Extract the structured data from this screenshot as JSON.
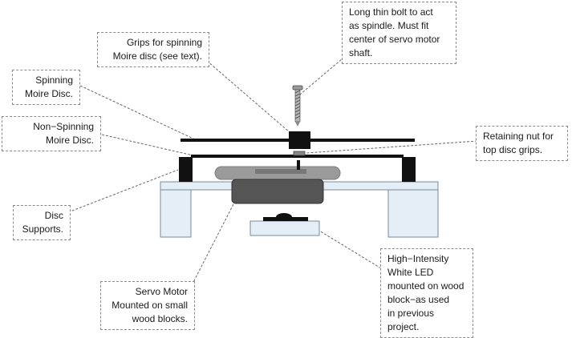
{
  "callouts": {
    "spindle": [
      "Long thin bolt to act",
      "as spindle. Must fit",
      "center of servo motor",
      "shaft."
    ],
    "grips": [
      "Grips for spinning",
      "Moire disc (see text)."
    ],
    "spinning": [
      "Spinning",
      "Moire Disc."
    ],
    "nonspinning": [
      "Non−Spinning",
      "Moire Disc."
    ],
    "nut": [
      "Retaining nut for",
      "top disc grips."
    ],
    "supports": [
      "Disc",
      "Supports."
    ],
    "servo": [
      "Servo Motor",
      "Mounted on small",
      "wood blocks."
    ],
    "led": [
      "High−Intensity",
      "White LED",
      "mounted on wood",
      "block−as used",
      "in previous",
      "project."
    ]
  },
  "colors": {
    "support_fill": "#e4eef7",
    "support_stroke": "#7a8a99",
    "disc": "#111111",
    "gray_disc": "#9a9a9a",
    "servo": "#555555",
    "leader": "#666666",
    "callout_border": "#8a8a8a"
  }
}
